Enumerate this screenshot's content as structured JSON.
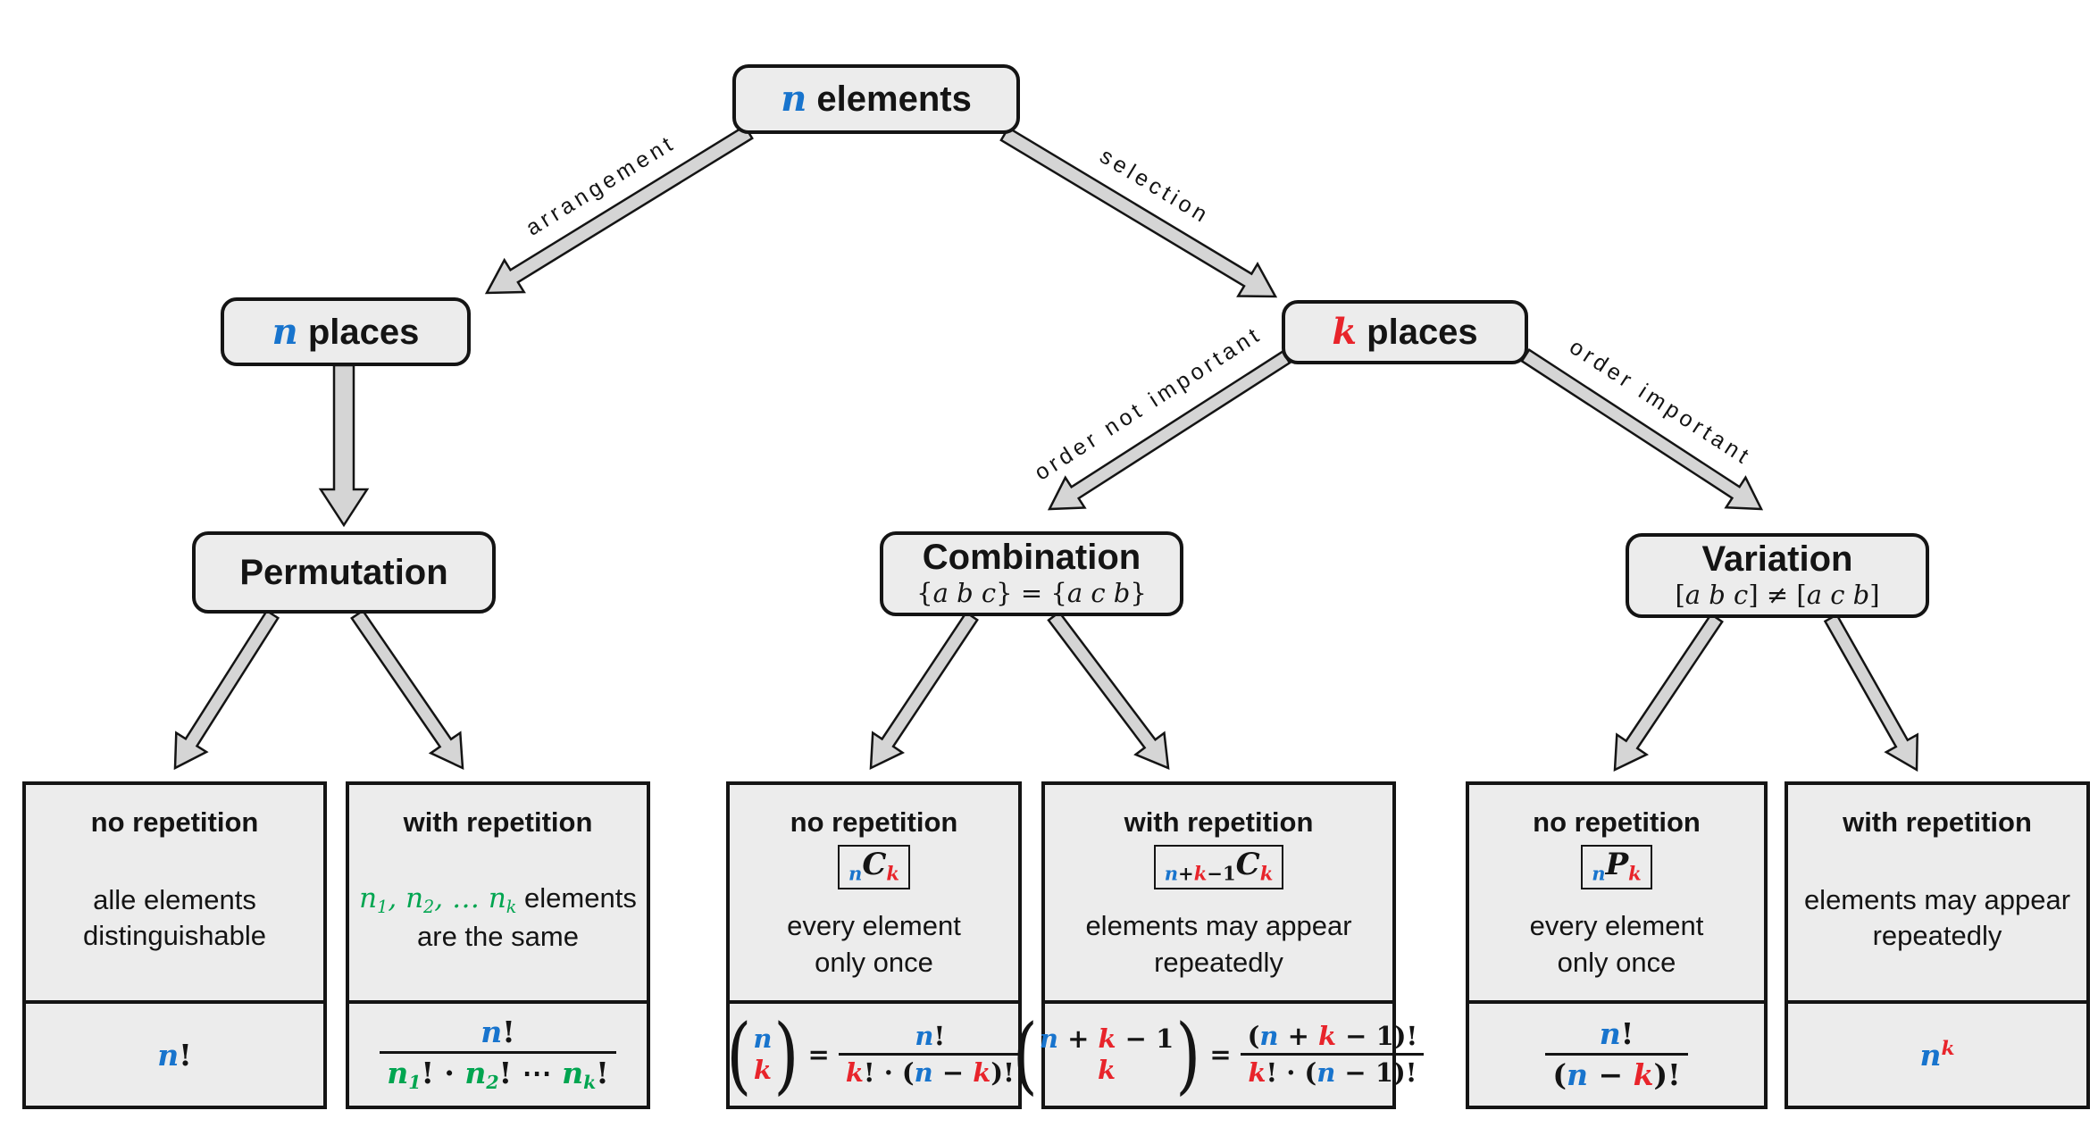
{
  "colors": {
    "blue": "#1874CD",
    "red": "#E8242B",
    "green": "#00A550",
    "box_fill": "#ececec",
    "arrow_fill": "#d5d5d5",
    "line": "#141414"
  },
  "nodes": {
    "root": {
      "tokens": [
        [
          "n",
          "m b"
        ],
        [
          " elements",
          ""
        ]
      ]
    },
    "n_places": {
      "tokens": [
        [
          "n",
          "m b"
        ],
        [
          " places",
          ""
        ]
      ]
    },
    "k_places": {
      "tokens": [
        [
          "k",
          "m r"
        ],
        [
          " places",
          ""
        ]
      ]
    },
    "permutation": {
      "title": "Permutation"
    },
    "combination": {
      "title": "Combination",
      "subtitle": [
        [
          "{",
          "ms"
        ],
        [
          "a b c",
          "m"
        ],
        [
          "} = {",
          "ms"
        ],
        [
          "a c b",
          "m"
        ],
        [
          "}",
          "ms"
        ]
      ]
    },
    "variation": {
      "title": "Variation",
      "subtitle": [
        [
          "[",
          "ms"
        ],
        [
          "a b c",
          "m"
        ],
        [
          "] ≠ [",
          "ms"
        ],
        [
          "a c b",
          "m"
        ],
        [
          "]",
          "ms"
        ]
      ]
    }
  },
  "edges": {
    "arrangement": "arrangement",
    "selection": "selection",
    "order_not_important": "order not important",
    "order_important": "order important"
  },
  "leaves": [
    {
      "title": "no repetition",
      "desc_lines": [
        [
          [
            "alle elements",
            ""
          ]
        ],
        [
          [
            "distinguishable",
            ""
          ]
        ]
      ],
      "formula_tokens": [
        [
          "n",
          "m b"
        ],
        [
          "!",
          ""
        ]
      ]
    },
    {
      "title": "with repetition",
      "desc_lines": [
        [
          [
            "n",
            "m g"
          ],
          [
            "1",
            "m g sub"
          ],
          [
            ", ",
            "m g"
          ],
          [
            "n",
            "m g"
          ],
          [
            "2",
            "m g sub"
          ],
          [
            ", … ",
            "m g"
          ],
          [
            "n",
            "m g"
          ],
          [
            "k",
            "m g sub"
          ],
          [
            " elements",
            ""
          ]
        ],
        [
          [
            "are the same",
            ""
          ]
        ]
      ],
      "frac": {
        "num": [
          [
            "n",
            "m b"
          ],
          [
            "!",
            ""
          ]
        ],
        "den": [
          [
            "n",
            "m g"
          ],
          [
            "1",
            "m g sub"
          ],
          [
            "! · ",
            ""
          ],
          [
            "n",
            "m g"
          ],
          [
            "2",
            "m g sub"
          ],
          [
            "! ⋯ ",
            ""
          ],
          [
            "n",
            "m g"
          ],
          [
            "k",
            "m g sub"
          ],
          [
            "!",
            ""
          ]
        ]
      }
    },
    {
      "title": "no repetition",
      "badge": [
        [
          "n",
          "m b sub"
        ],
        [
          "C",
          "m"
        ],
        [
          "k",
          "m r sub"
        ]
      ],
      "desc_lines": [
        [
          [
            "every element",
            ""
          ]
        ],
        [
          [
            "only once",
            ""
          ]
        ]
      ],
      "binom": {
        "top": [
          [
            "n",
            "m b"
          ]
        ],
        "bottom": [
          [
            "k",
            "m r"
          ]
        ]
      },
      "frac": {
        "num": [
          [
            "n",
            "m b"
          ],
          [
            "!",
            ""
          ]
        ],
        "den": [
          [
            "k",
            "m r"
          ],
          [
            "! · (",
            ""
          ],
          [
            "n",
            "m b"
          ],
          [
            " − ",
            ""
          ],
          [
            "k",
            "m r"
          ],
          [
            ")!",
            ""
          ]
        ]
      }
    },
    {
      "title": "with repetition",
      "badge": [
        [
          "n",
          "m b sub"
        ],
        [
          "+",
          "ms sub"
        ],
        [
          "k",
          "m r sub"
        ],
        [
          "−1",
          "ms sub"
        ],
        [
          "C",
          "m"
        ],
        [
          "k",
          "m r sub"
        ]
      ],
      "desc_lines": [
        [
          [
            "elements may appear",
            ""
          ]
        ],
        [
          [
            "repeatedly",
            ""
          ]
        ]
      ],
      "binom": {
        "top": [
          [
            "n",
            "m b"
          ],
          [
            " + ",
            ""
          ],
          [
            "k",
            "m r"
          ],
          [
            " − 1",
            ""
          ]
        ],
        "bottom": [
          [
            "k",
            "m r"
          ]
        ]
      },
      "frac": {
        "num": [
          [
            "(",
            ""
          ],
          [
            "n",
            "m b"
          ],
          [
            " + ",
            ""
          ],
          [
            "k",
            "m r"
          ],
          [
            " − 1)!",
            ""
          ]
        ],
        "den": [
          [
            "k",
            "m r"
          ],
          [
            "! · (",
            ""
          ],
          [
            "n",
            "m b"
          ],
          [
            " − 1)!",
            ""
          ]
        ]
      }
    },
    {
      "title": "no repetition",
      "badge": [
        [
          "n",
          "m b sub"
        ],
        [
          "P",
          "m"
        ],
        [
          "k",
          "m r sub"
        ]
      ],
      "desc_lines": [
        [
          [
            "every element",
            ""
          ]
        ],
        [
          [
            "only once",
            ""
          ]
        ]
      ],
      "frac": {
        "num": [
          [
            "n",
            "m b"
          ],
          [
            "!",
            ""
          ]
        ],
        "den": [
          [
            "(",
            ""
          ],
          [
            "n",
            "m b"
          ],
          [
            " − ",
            ""
          ],
          [
            "k",
            "m r"
          ],
          [
            ")!",
            ""
          ]
        ]
      }
    },
    {
      "title": "with repetition",
      "desc_lines": [
        [
          [
            "elements may appear",
            ""
          ]
        ],
        [
          [
            "repeatedly",
            ""
          ]
        ]
      ],
      "formula_tokens": [
        [
          "n",
          "m b"
        ],
        [
          "k",
          "m r sup"
        ]
      ]
    }
  ]
}
